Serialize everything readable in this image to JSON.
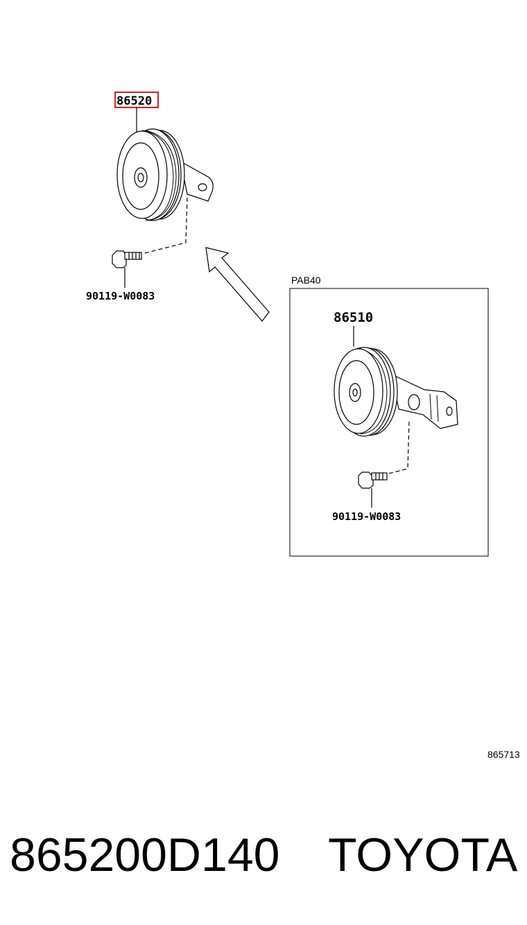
{
  "main_assembly": {
    "horn_part_number": "86520",
    "bolt_part_number": "90119-W0083",
    "highlight_color": "#d62020"
  },
  "inset": {
    "variant_code": "PAB40",
    "horn_part_number": "86510",
    "bolt_part_number": "90119-W0083"
  },
  "diagram_ref": "865713",
  "footer": {
    "part_number": "865200D140",
    "brand": "TOYOTA"
  }
}
